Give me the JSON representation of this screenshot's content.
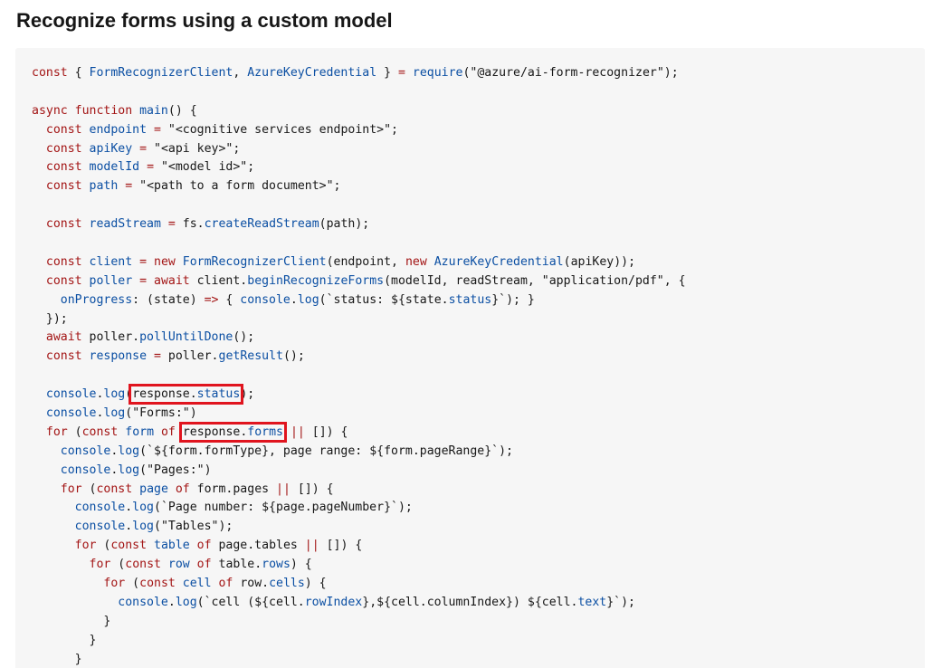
{
  "page": {
    "title": "Recognize forms using a custom model"
  },
  "code": {
    "language": "javascript",
    "highlight_color": "#e0141e",
    "keyword_color": "#a31515",
    "identifier_color": "#0b4fa3",
    "lines": [
      [
        {
          "t": "const ",
          "c": "kw"
        },
        {
          "t": "{ "
        },
        {
          "t": "FormRecognizerClient",
          "c": "fn"
        },
        {
          "t": ", "
        },
        {
          "t": "AzureKeyCredential",
          "c": "fn"
        },
        {
          "t": " } "
        },
        {
          "t": "=",
          "c": "kw"
        },
        {
          "t": " "
        },
        {
          "t": "require",
          "c": "fn"
        },
        {
          "t": "(\"@azure/ai-form-recognizer\");"
        }
      ],
      [],
      [
        {
          "t": "async ",
          "c": "kw"
        },
        {
          "t": "function ",
          "c": "kw"
        },
        {
          "t": "main",
          "c": "fn"
        },
        {
          "t": "() {"
        }
      ],
      [
        {
          "t": "  "
        },
        {
          "t": "const ",
          "c": "kw"
        },
        {
          "t": "endpoint",
          "c": "fn"
        },
        {
          "t": " "
        },
        {
          "t": "=",
          "c": "kw"
        },
        {
          "t": " \"<cognitive services endpoint>\";"
        }
      ],
      [
        {
          "t": "  "
        },
        {
          "t": "const ",
          "c": "kw"
        },
        {
          "t": "apiKey",
          "c": "fn"
        },
        {
          "t": " "
        },
        {
          "t": "=",
          "c": "kw"
        },
        {
          "t": " \"<api key>\";"
        }
      ],
      [
        {
          "t": "  "
        },
        {
          "t": "const ",
          "c": "kw"
        },
        {
          "t": "modelId",
          "c": "fn"
        },
        {
          "t": " "
        },
        {
          "t": "=",
          "c": "kw"
        },
        {
          "t": " \"<model id>\";"
        }
      ],
      [
        {
          "t": "  "
        },
        {
          "t": "const ",
          "c": "kw"
        },
        {
          "t": "path",
          "c": "fn"
        },
        {
          "t": " "
        },
        {
          "t": "=",
          "c": "kw"
        },
        {
          "t": " \"<path to a form document>\";"
        }
      ],
      [],
      [
        {
          "t": "  "
        },
        {
          "t": "const ",
          "c": "kw"
        },
        {
          "t": "readStream",
          "c": "fn"
        },
        {
          "t": " "
        },
        {
          "t": "=",
          "c": "kw"
        },
        {
          "t": " fs."
        },
        {
          "t": "createReadStream",
          "c": "fn"
        },
        {
          "t": "(path);"
        }
      ],
      [],
      [
        {
          "t": "  "
        },
        {
          "t": "const ",
          "c": "kw"
        },
        {
          "t": "client",
          "c": "fn"
        },
        {
          "t": " "
        },
        {
          "t": "=",
          "c": "kw"
        },
        {
          "t": " "
        },
        {
          "t": "new ",
          "c": "kw"
        },
        {
          "t": "FormRecognizerClient",
          "c": "fn"
        },
        {
          "t": "(endpoint, "
        },
        {
          "t": "new ",
          "c": "kw"
        },
        {
          "t": "AzureKeyCredential",
          "c": "fn"
        },
        {
          "t": "(apiKey));"
        }
      ],
      [
        {
          "t": "  "
        },
        {
          "t": "const ",
          "c": "kw"
        },
        {
          "t": "poller",
          "c": "fn"
        },
        {
          "t": " "
        },
        {
          "t": "=",
          "c": "kw"
        },
        {
          "t": " "
        },
        {
          "t": "await ",
          "c": "kw"
        },
        {
          "t": "client."
        },
        {
          "t": "beginRecognizeForms",
          "c": "fn"
        },
        {
          "t": "(modelId, readStream, \"application/pdf\", {"
        }
      ],
      [
        {
          "t": "    "
        },
        {
          "t": "onProgress",
          "c": "fn"
        },
        {
          "t": ": (state) "
        },
        {
          "t": "=>",
          "c": "kw"
        },
        {
          "t": " { "
        },
        {
          "t": "console",
          "c": "fn"
        },
        {
          "t": "."
        },
        {
          "t": "log",
          "c": "fn"
        },
        {
          "t": "(`status: ${state."
        },
        {
          "t": "status",
          "c": "fn"
        },
        {
          "t": "}`); }"
        }
      ],
      [
        {
          "t": "  });"
        }
      ],
      [
        {
          "t": "  "
        },
        {
          "t": "await ",
          "c": "kw"
        },
        {
          "t": "poller."
        },
        {
          "t": "pollUntilDone",
          "c": "fn"
        },
        {
          "t": "();"
        }
      ],
      [
        {
          "t": "  "
        },
        {
          "t": "const ",
          "c": "kw"
        },
        {
          "t": "response",
          "c": "fn"
        },
        {
          "t": " "
        },
        {
          "t": "=",
          "c": "kw"
        },
        {
          "t": " poller."
        },
        {
          "t": "getResult",
          "c": "fn"
        },
        {
          "t": "();"
        }
      ],
      [],
      [
        {
          "t": "  "
        },
        {
          "t": "console",
          "c": "fn"
        },
        {
          "t": "."
        },
        {
          "t": "log",
          "c": "fn"
        },
        {
          "t": "("
        },
        {
          "t": "response.",
          "h": true
        },
        {
          "t": "status",
          "c": "fn",
          "h": true
        },
        {
          "t": ");"
        }
      ],
      [
        {
          "t": "  "
        },
        {
          "t": "console",
          "c": "fn"
        },
        {
          "t": "."
        },
        {
          "t": "log",
          "c": "fn"
        },
        {
          "t": "(\"Forms:\")"
        }
      ],
      [
        {
          "t": "  "
        },
        {
          "t": "for ",
          "c": "kw"
        },
        {
          "t": "("
        },
        {
          "t": "const ",
          "c": "kw"
        },
        {
          "t": "form",
          "c": "fn"
        },
        {
          "t": " "
        },
        {
          "t": "of",
          "c": "kw"
        },
        {
          "t": " "
        },
        {
          "t": "response.",
          "h": true
        },
        {
          "t": "forms",
          "c": "fn",
          "h": true
        },
        {
          "t": " "
        },
        {
          "t": "||",
          "c": "kw"
        },
        {
          "t": " []) {"
        }
      ],
      [
        {
          "t": "    "
        },
        {
          "t": "console",
          "c": "fn"
        },
        {
          "t": "."
        },
        {
          "t": "log",
          "c": "fn"
        },
        {
          "t": "(`${form.formType}, page range: ${form.pageRange}`);"
        }
      ],
      [
        {
          "t": "    "
        },
        {
          "t": "console",
          "c": "fn"
        },
        {
          "t": "."
        },
        {
          "t": "log",
          "c": "fn"
        },
        {
          "t": "(\"Pages:\")"
        }
      ],
      [
        {
          "t": "    "
        },
        {
          "t": "for ",
          "c": "kw"
        },
        {
          "t": "("
        },
        {
          "t": "const ",
          "c": "kw"
        },
        {
          "t": "page",
          "c": "fn"
        },
        {
          "t": " "
        },
        {
          "t": "of",
          "c": "kw"
        },
        {
          "t": " form.pages "
        },
        {
          "t": "||",
          "c": "kw"
        },
        {
          "t": " []) {"
        }
      ],
      [
        {
          "t": "      "
        },
        {
          "t": "console",
          "c": "fn"
        },
        {
          "t": "."
        },
        {
          "t": "log",
          "c": "fn"
        },
        {
          "t": "(`Page number: ${page.pageNumber}`);"
        }
      ],
      [
        {
          "t": "      "
        },
        {
          "t": "console",
          "c": "fn"
        },
        {
          "t": "."
        },
        {
          "t": "log",
          "c": "fn"
        },
        {
          "t": "(\"Tables\");"
        }
      ],
      [
        {
          "t": "      "
        },
        {
          "t": "for ",
          "c": "kw"
        },
        {
          "t": "("
        },
        {
          "t": "const ",
          "c": "kw"
        },
        {
          "t": "table",
          "c": "fn"
        },
        {
          "t": " "
        },
        {
          "t": "of",
          "c": "kw"
        },
        {
          "t": " page.tables "
        },
        {
          "t": "||",
          "c": "kw"
        },
        {
          "t": " []) {"
        }
      ],
      [
        {
          "t": "        "
        },
        {
          "t": "for ",
          "c": "kw"
        },
        {
          "t": "("
        },
        {
          "t": "const ",
          "c": "kw"
        },
        {
          "t": "row",
          "c": "fn"
        },
        {
          "t": " "
        },
        {
          "t": "of",
          "c": "kw"
        },
        {
          "t": " table."
        },
        {
          "t": "rows",
          "c": "fn"
        },
        {
          "t": ") {"
        }
      ],
      [
        {
          "t": "          "
        },
        {
          "t": "for ",
          "c": "kw"
        },
        {
          "t": "("
        },
        {
          "t": "const ",
          "c": "kw"
        },
        {
          "t": "cell",
          "c": "fn"
        },
        {
          "t": " "
        },
        {
          "t": "of",
          "c": "kw"
        },
        {
          "t": " row."
        },
        {
          "t": "cells",
          "c": "fn"
        },
        {
          "t": ") {"
        }
      ],
      [
        {
          "t": "            "
        },
        {
          "t": "console",
          "c": "fn"
        },
        {
          "t": "."
        },
        {
          "t": "log",
          "c": "fn"
        },
        {
          "t": "(`cell (${cell."
        },
        {
          "t": "rowIndex",
          "c": "fn"
        },
        {
          "t": "},${cell.columnIndex}) ${cell."
        },
        {
          "t": "text",
          "c": "fn"
        },
        {
          "t": "}`);"
        }
      ],
      [
        {
          "t": "          }"
        }
      ],
      [
        {
          "t": "        }"
        }
      ],
      [
        {
          "t": "      }"
        }
      ]
    ]
  }
}
